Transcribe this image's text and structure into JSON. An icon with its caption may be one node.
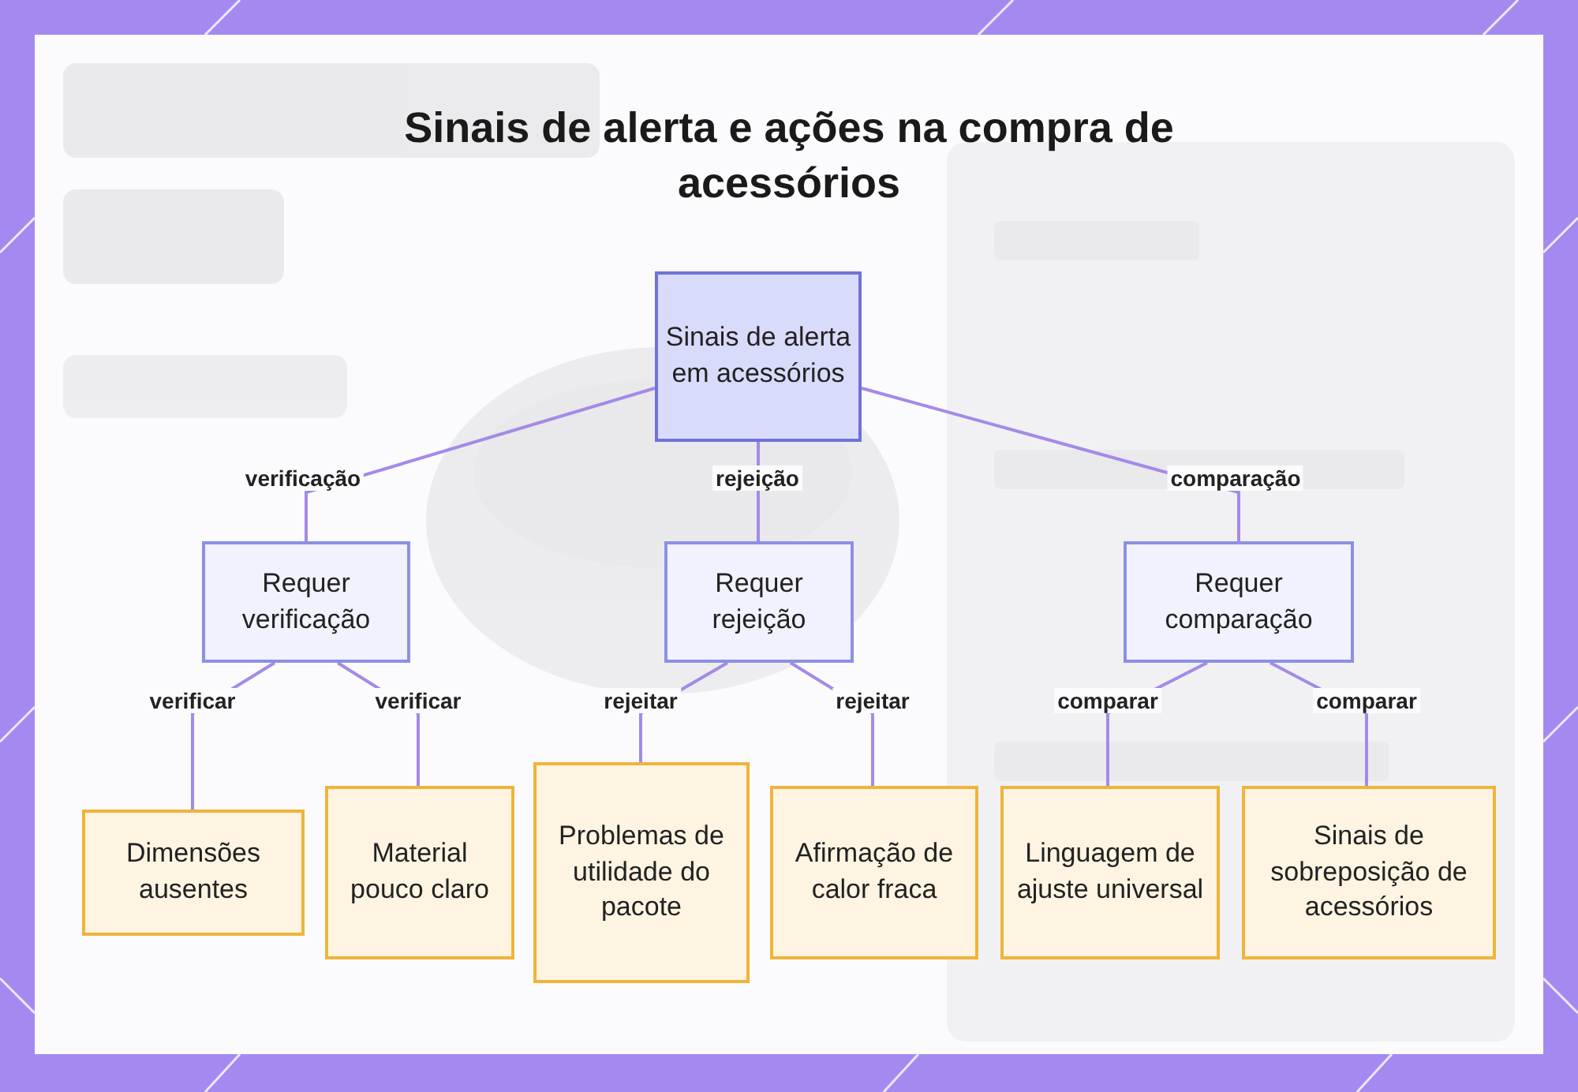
{
  "diagram": {
    "title": "Sinais de alerta e ações na compra de acessórios",
    "nodes": [
      {
        "text": [
          "Sinais de alerta em acessórios"
        ]
      },
      {
        "text": [
          "Requer verificação"
        ]
      },
      {
        "text": [
          "Requer rejeição"
        ]
      },
      {
        "text": [
          "Requer comparação"
        ]
      },
      {
        "text": [
          "Dimensões ausentes"
        ]
      },
      {
        "text": [
          "Material pouco claro"
        ]
      },
      {
        "text": [
          "Problemas de utilidade do pacote"
        ]
      },
      {
        "text": [
          "Afirmação de calor fraca"
        ]
      },
      {
        "text": [
          "Linguagem de ajuste universal"
        ]
      },
      {
        "text": [
          "Sinais de sobreposição de acessórios"
        ]
      }
    ],
    "edges": [
      {
        "from": 0,
        "to": 1,
        "arrow": "none",
        "label": "verificação"
      },
      {
        "from": 0,
        "to": 2,
        "arrow": "none",
        "label": "rejeição"
      },
      {
        "from": 0,
        "to": 3,
        "arrow": "none",
        "label": "comparação"
      },
      {
        "from": 1,
        "to": 4,
        "arrow": "none",
        "label": "verificar"
      },
      {
        "from": 1,
        "to": 5,
        "arrow": "none",
        "label": "verificar"
      },
      {
        "from": 2,
        "to": 6,
        "arrow": "none",
        "label": "rejeitar"
      },
      {
        "from": 2,
        "to": 7,
        "arrow": "none",
        "label": "rejeitar"
      },
      {
        "from": 3,
        "to": 8,
        "arrow": "none",
        "label": "comparar"
      },
      {
        "from": 3,
        "to": 9,
        "arrow": "none",
        "label": "comparar"
      }
    ]
  }
}
